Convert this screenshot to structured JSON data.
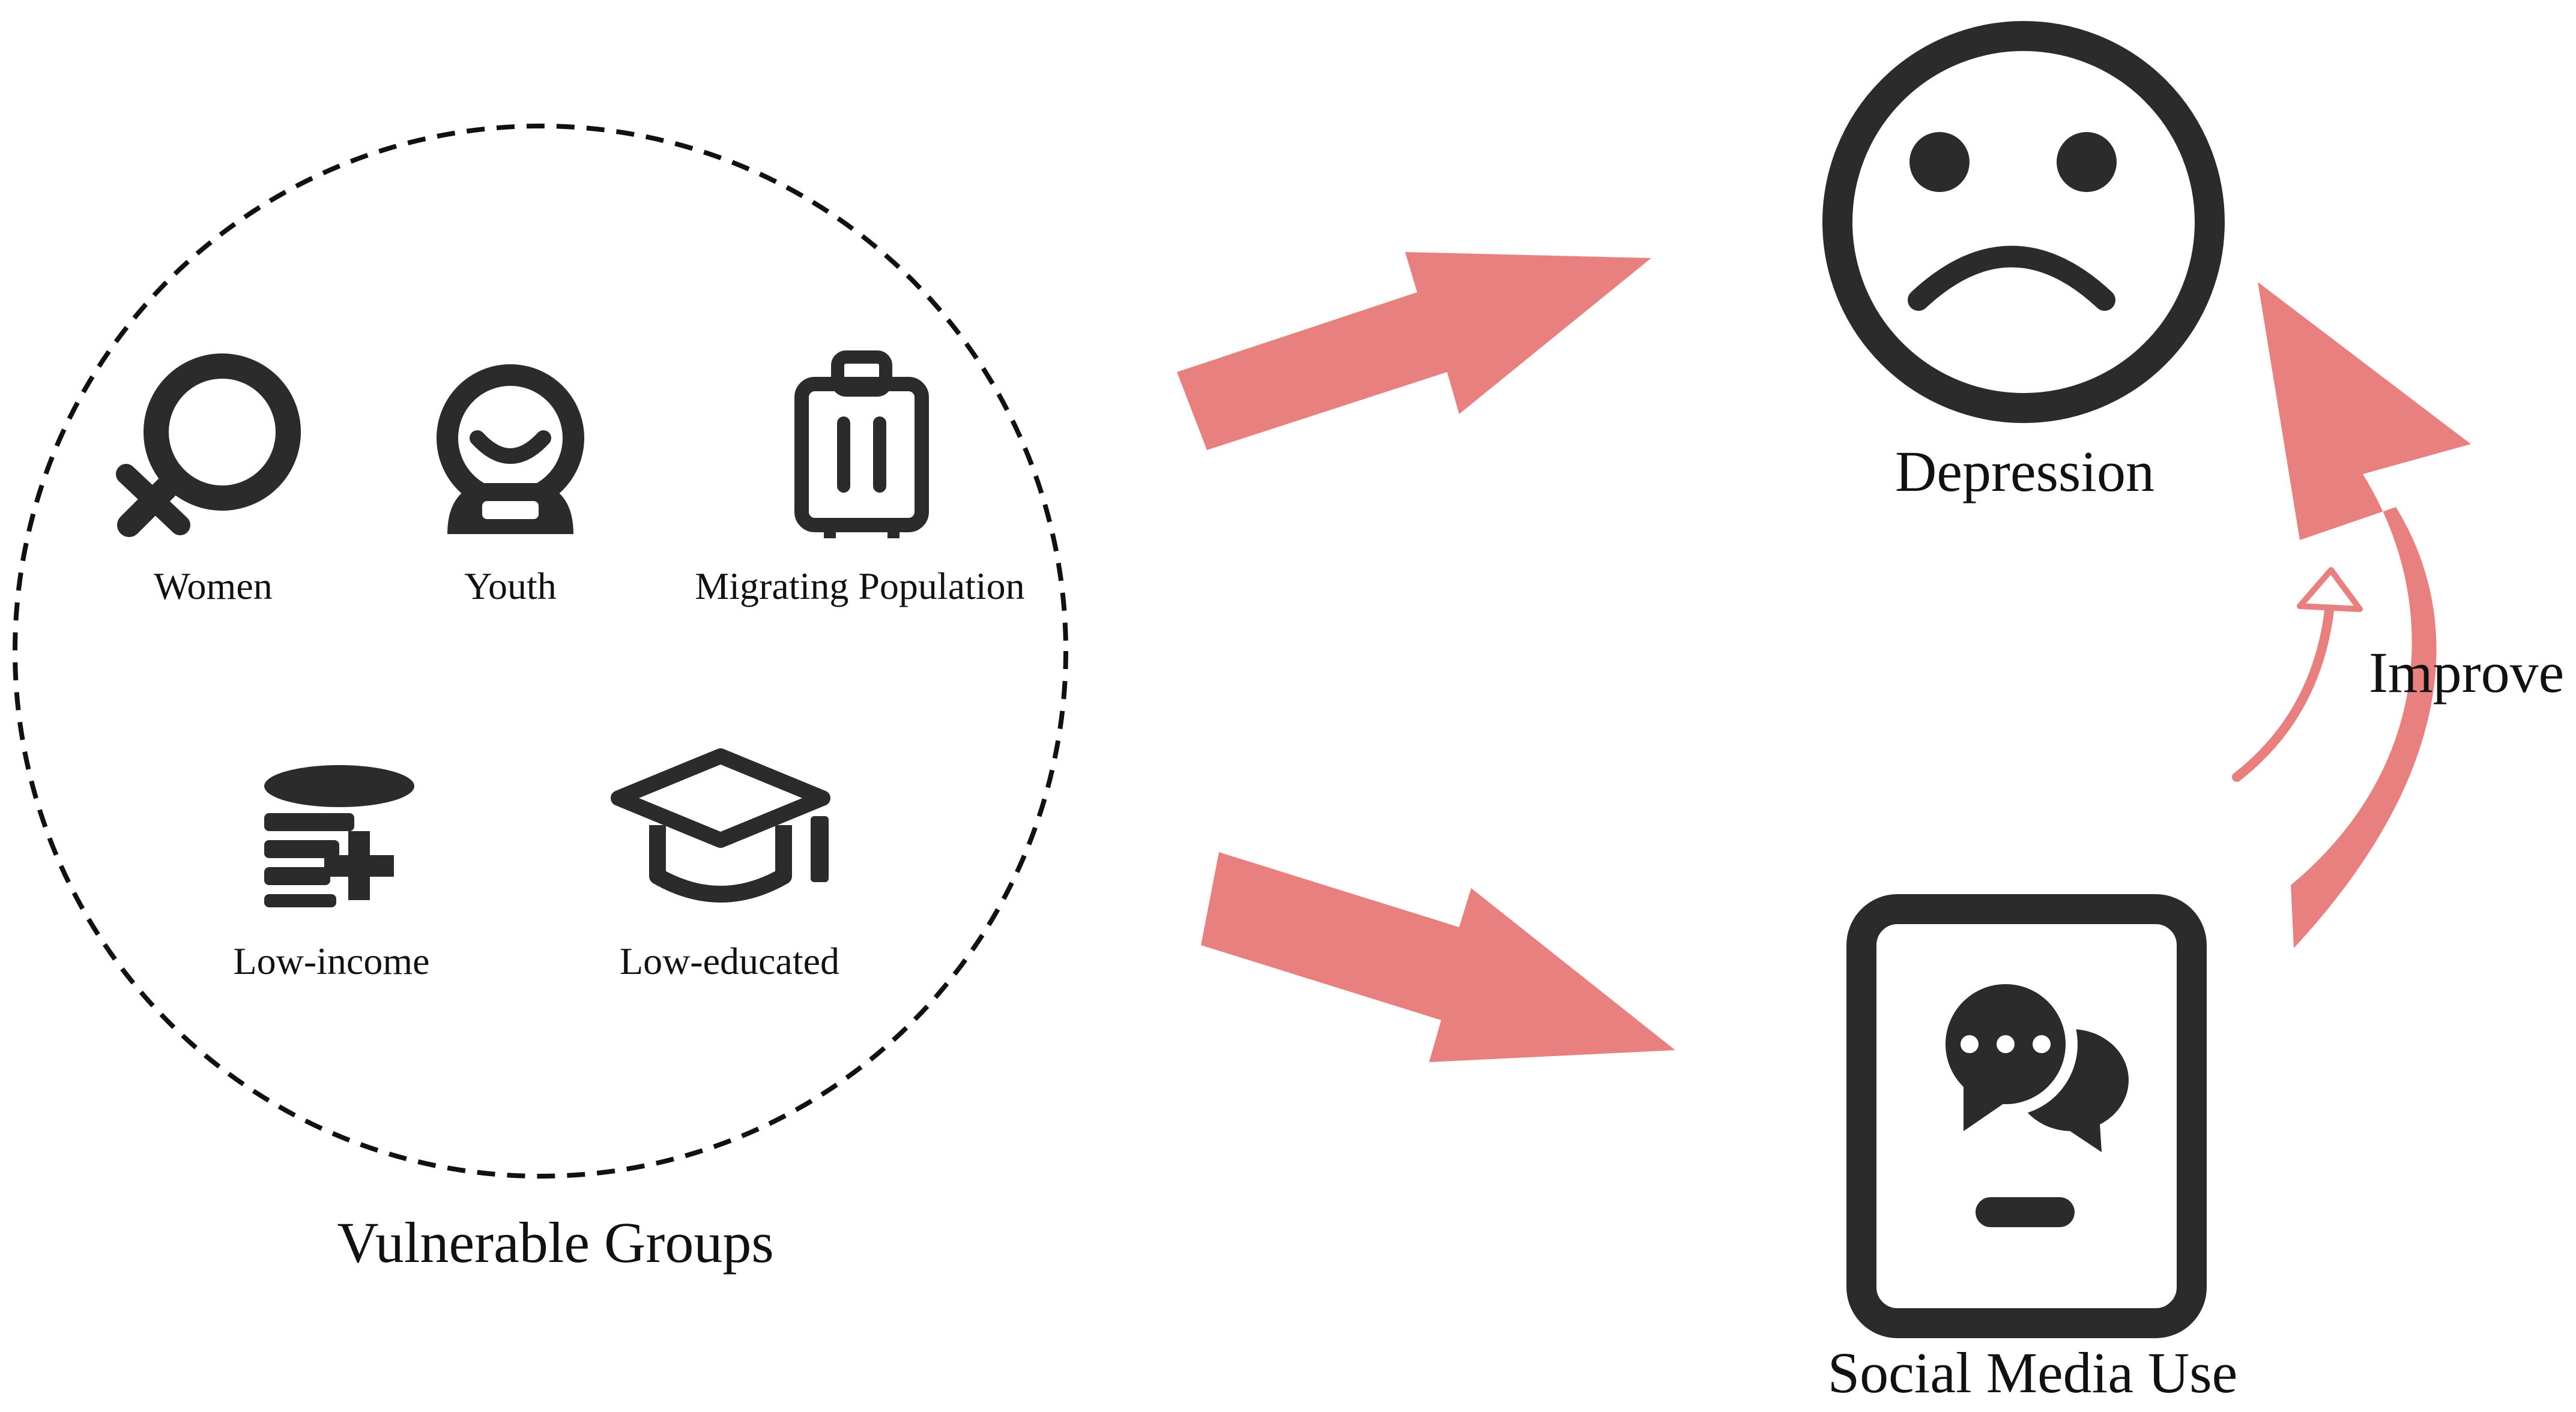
{
  "groups": {
    "title": "Vulnerable Groups",
    "items": {
      "women": "Women",
      "youth": "Youth",
      "migrating": "Migrating Population",
      "low_income": "Low-income",
      "low_educated": "Low-educated"
    }
  },
  "outcomes": {
    "depression": "Depression",
    "social_media": "Social Media Use",
    "improve": "Improve"
  },
  "colors": {
    "arrow": "#e98080",
    "icon": "#2b2b2b",
    "text": "#111111"
  },
  "icons": {
    "women": "female-symbol-icon",
    "youth": "child-face-icon",
    "migrating": "suitcase-icon",
    "low_income": "coin-stack-plus-icon",
    "low_educated": "graduation-cap-icon",
    "depression": "sad-face-icon",
    "social_media": "tablet-chat-icon"
  }
}
